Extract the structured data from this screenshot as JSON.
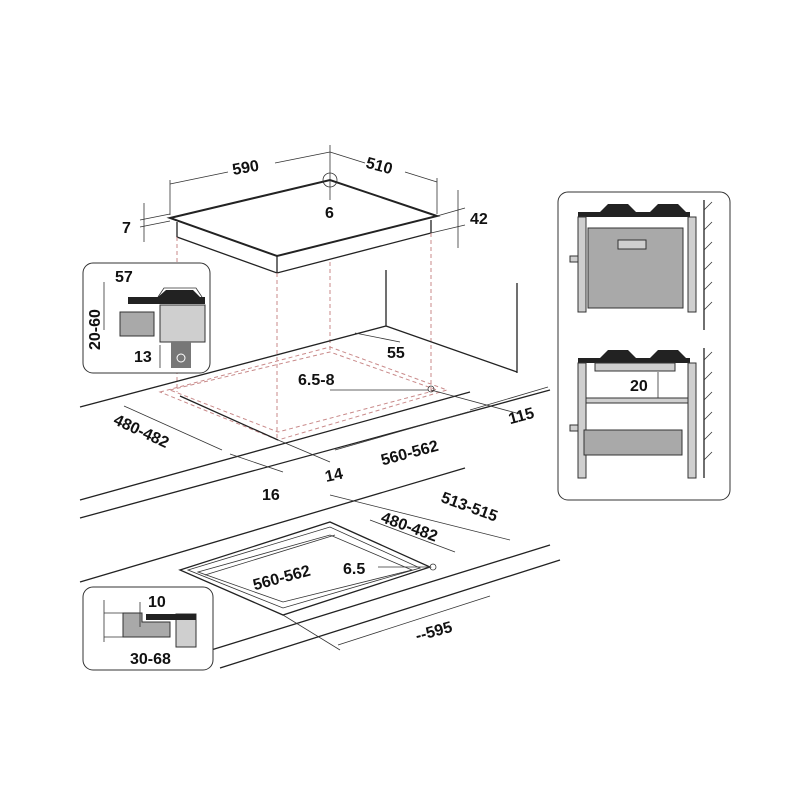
{
  "labels": {
    "width_590": "590",
    "depth_510": "510",
    "corner_6": "6",
    "top_7": "7",
    "height_42": "42",
    "inset_57": "57",
    "inset_20_60": "20-60",
    "inset_13": "13",
    "dist_55": "55",
    "hole_6_5_8": "6.5-8",
    "dist_115": "115",
    "cut_480_482": "480-482",
    "cut_560_562": "560-562",
    "dist_14": "14",
    "dist_16": "16",
    "flush_513_515": "513-515",
    "flush_480_482": "480-482",
    "flush_560_562": "560-562",
    "flush_6_5": "6.5",
    "flush_595": "--595",
    "inset_10": "10",
    "inset_30_68": "30-68",
    "oven_20": "20"
  }
}
